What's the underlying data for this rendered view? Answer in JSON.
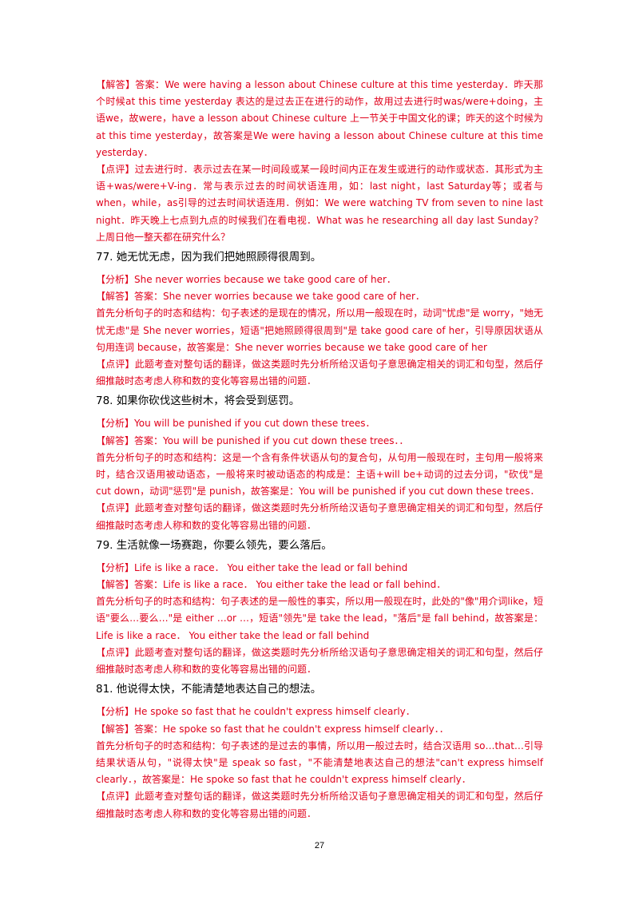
{
  "intro": {
    "answer": "【解答】答案：We were having a lesson about Chinese culture at this time yesterday．昨天那个时候at this time yesterday 表达的是过去正在进行的动作，故用过去进行时was/were+doing，主语we，故were，have a lesson about Chinese culture 上一节关于中国文化的课；昨天的这个时候为 at this time yesterday，故答案是We were having a lesson about Chinese culture at this time yesterday．",
    "comment": "【点评】过去进行时．表示过去在某一时间段或某一段时间内正在发生或进行的动作或状态．其形式为主语+was/were+V-ing．常与表示过去的时间状语连用，如：last night，last Saturday等；或者与when，while，as引导的过去时间状语连用．例如：We were watching TV from seven to nine last night．昨天晚上七点到九点的时候我们在看电视．What was he researching all day last Sunday？上周日他一整天都在研究什么？"
  },
  "questions": [
    {
      "question": "77. 她无忧无虑，因为我们把她照顾得很周到。",
      "analysis": "【分析】She never worries because we take good care of her．",
      "answer": "【解答】答案：She never worries because we take good care of her．",
      "explanation": "首先分析句子的时态和结构：句子表述的是现在的情况，所以用一般现在时，动词\"忧虑\"是 worry，\"她无忧无虑\"是 She never worries，短语\"把她照顾得很周到\"是 take good care of her，引导原因状语从句用连词 because，故答案是：She never worries because we take good care of her",
      "comment": "【点评】此题考查对整句话的翻译，做这类题时先分析所给汉语句子意思确定相关的词汇和句型，然后仔细推敲时态考虑人称和数的变化等容易出错的问题．"
    },
    {
      "question": "78. 如果你砍伐这些树木，将会受到惩罚。",
      "analysis": "【分析】You will be punished if you cut down these trees．",
      "answer": "【解答】答案：You will be punished if you cut down these trees．．",
      "explanation": "首先分析句子的时态和结构：这是一个含有条件状语从句的复合句，从句用一般现在时，主句用一般将来时，结合汉语用被动语态，一般将来时被动语态的构成是：主语+will be+动词的过去分词，\"砍伐\"是 cut down，动词\"惩罚\"是 punish，故答案是：You will be punished if you cut down these trees．",
      "comment": "【点评】此题考查对整句话的翻译，做这类题时先分析所给汉语句子意思确定相关的词汇和句型，然后仔细推敲时态考虑人称和数的变化等容易出错的问题．"
    },
    {
      "question": "79. 生活就像一场赛跑，你要么领先，要么落后。",
      "analysis": "【分析】Life is like a race． You either take the lead or fall behind",
      "answer": "【解答】答案：Life is like a race． You either take the lead or fall behind．",
      "explanation": "首先分析句子的时态和结构：句子表述的是一般性的事实，所以用一般现在时，此处的\"像\"用介词like，短语\"要么…要么…\"是 either …or …，短语\"领先\"是 take the lead，\"落后\"是 fall behind，故答案是：Life is like a race． You either take the lead or fall behind",
      "comment": "【点评】此题考查对整句话的翻译，做这类题时先分析所给汉语句子意思确定相关的词汇和句型，然后仔细推敲时态考虑人称和数的变化等容易出错的问题．"
    },
    {
      "question": "81. 他说得太快，不能清楚地表达自己的想法。",
      "analysis": "【分析】He spoke so fast that he couldn't express himself clearly．",
      "answer": "【解答】答案：He spoke so fast that he couldn't express himself clearly．．",
      "explanation": "首先分析句子的时态和结构：句子表述的是过去的事情，所以用一般过去时，结合汉语用 so…that…引导结果状语从句，\"说得太快\"是 speak so fast，\"不能清楚地表达自己的想法\"can't express himself clearly．，故答案是：He spoke so fast that he couldn't express himself clearly．",
      "comment": "【点评】此题考查对整句话的翻译，做这类题时先分析所给汉语句子意思确定相关的词汇和句型，然后仔细推敲时态考虑人称和数的变化等容易出错的问题．"
    }
  ],
  "page_number": "27"
}
